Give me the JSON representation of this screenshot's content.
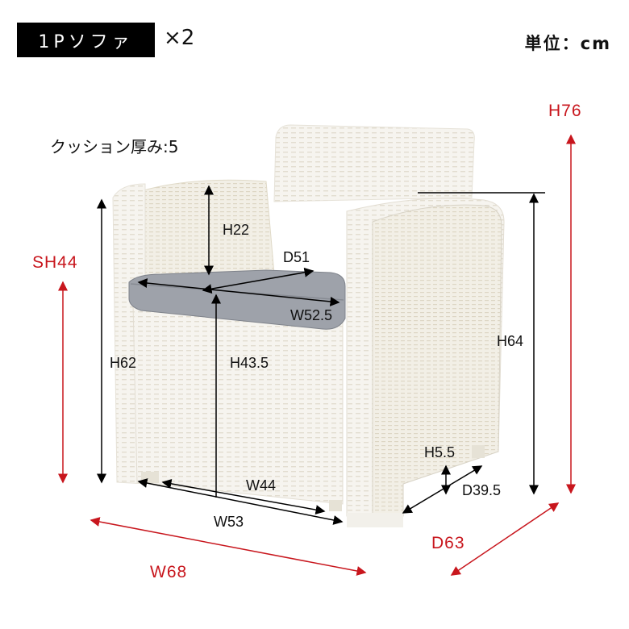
{
  "header": {
    "product_label": "1Pソファ",
    "quantity": "×2",
    "unit_label": "単位：cm"
  },
  "note": {
    "cushion_thickness": "クッション厚み:5"
  },
  "colors": {
    "overall_dimension": "#c8161d",
    "detail_dimension": "#000000",
    "cushion": "#9a9ea6",
    "wicker": "#f4f2ec"
  },
  "dimensions": {
    "overall": {
      "height": "H76",
      "seat_height": "SH44",
      "width": "W68",
      "depth": "D63"
    },
    "detail": {
      "armrest_height_above_seat": "H22",
      "seat_depth": "D51",
      "cushion_width": "W52.5",
      "arm_height_left": "H62",
      "seat_front_height": "H43.5",
      "arm_height_right": "H64",
      "leg_height": "H5.5",
      "base_depth": "D39.5",
      "inner_width": "W44",
      "base_width": "W53"
    }
  }
}
